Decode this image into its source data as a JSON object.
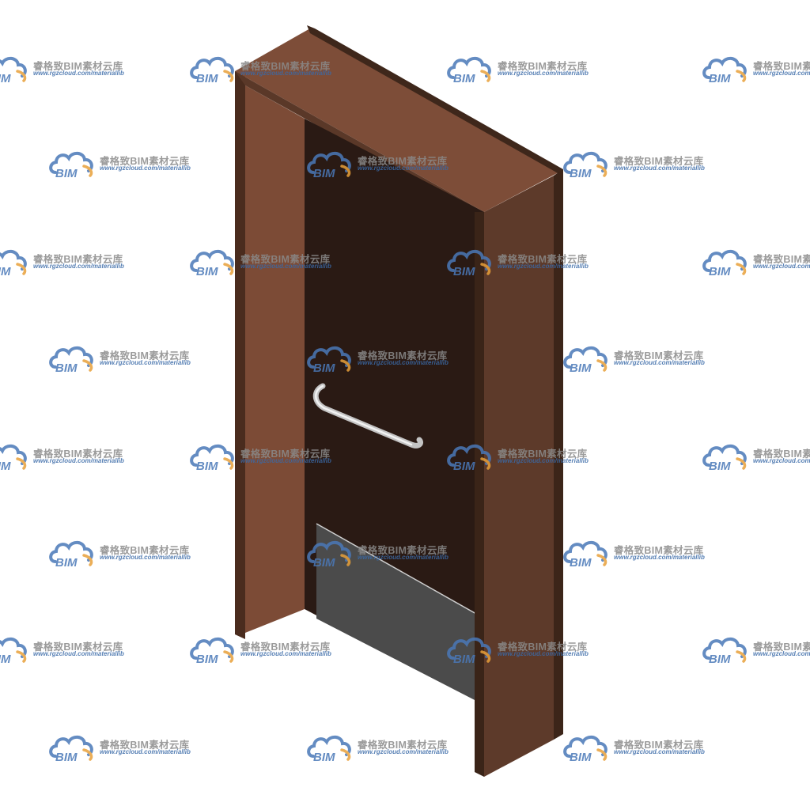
{
  "scene": {
    "subject": "door-with-frame",
    "colors": {
      "frame_face": "#7a4a35",
      "frame_side": "#5e3a2a",
      "frame_edge": "#3a2418",
      "door_leaf": "#2b1b15",
      "kick_plate": "#4d4d4d",
      "handle": "#d8d8d8"
    }
  },
  "watermark": {
    "brand": "BIM",
    "name": "睿格致BIM素材云库",
    "url": "www.rgzcloud.com/materiallib",
    "colors": {
      "cloud": "#4a78b8",
      "accent": "#e8a03a",
      "text": "#8a8a8a"
    }
  }
}
